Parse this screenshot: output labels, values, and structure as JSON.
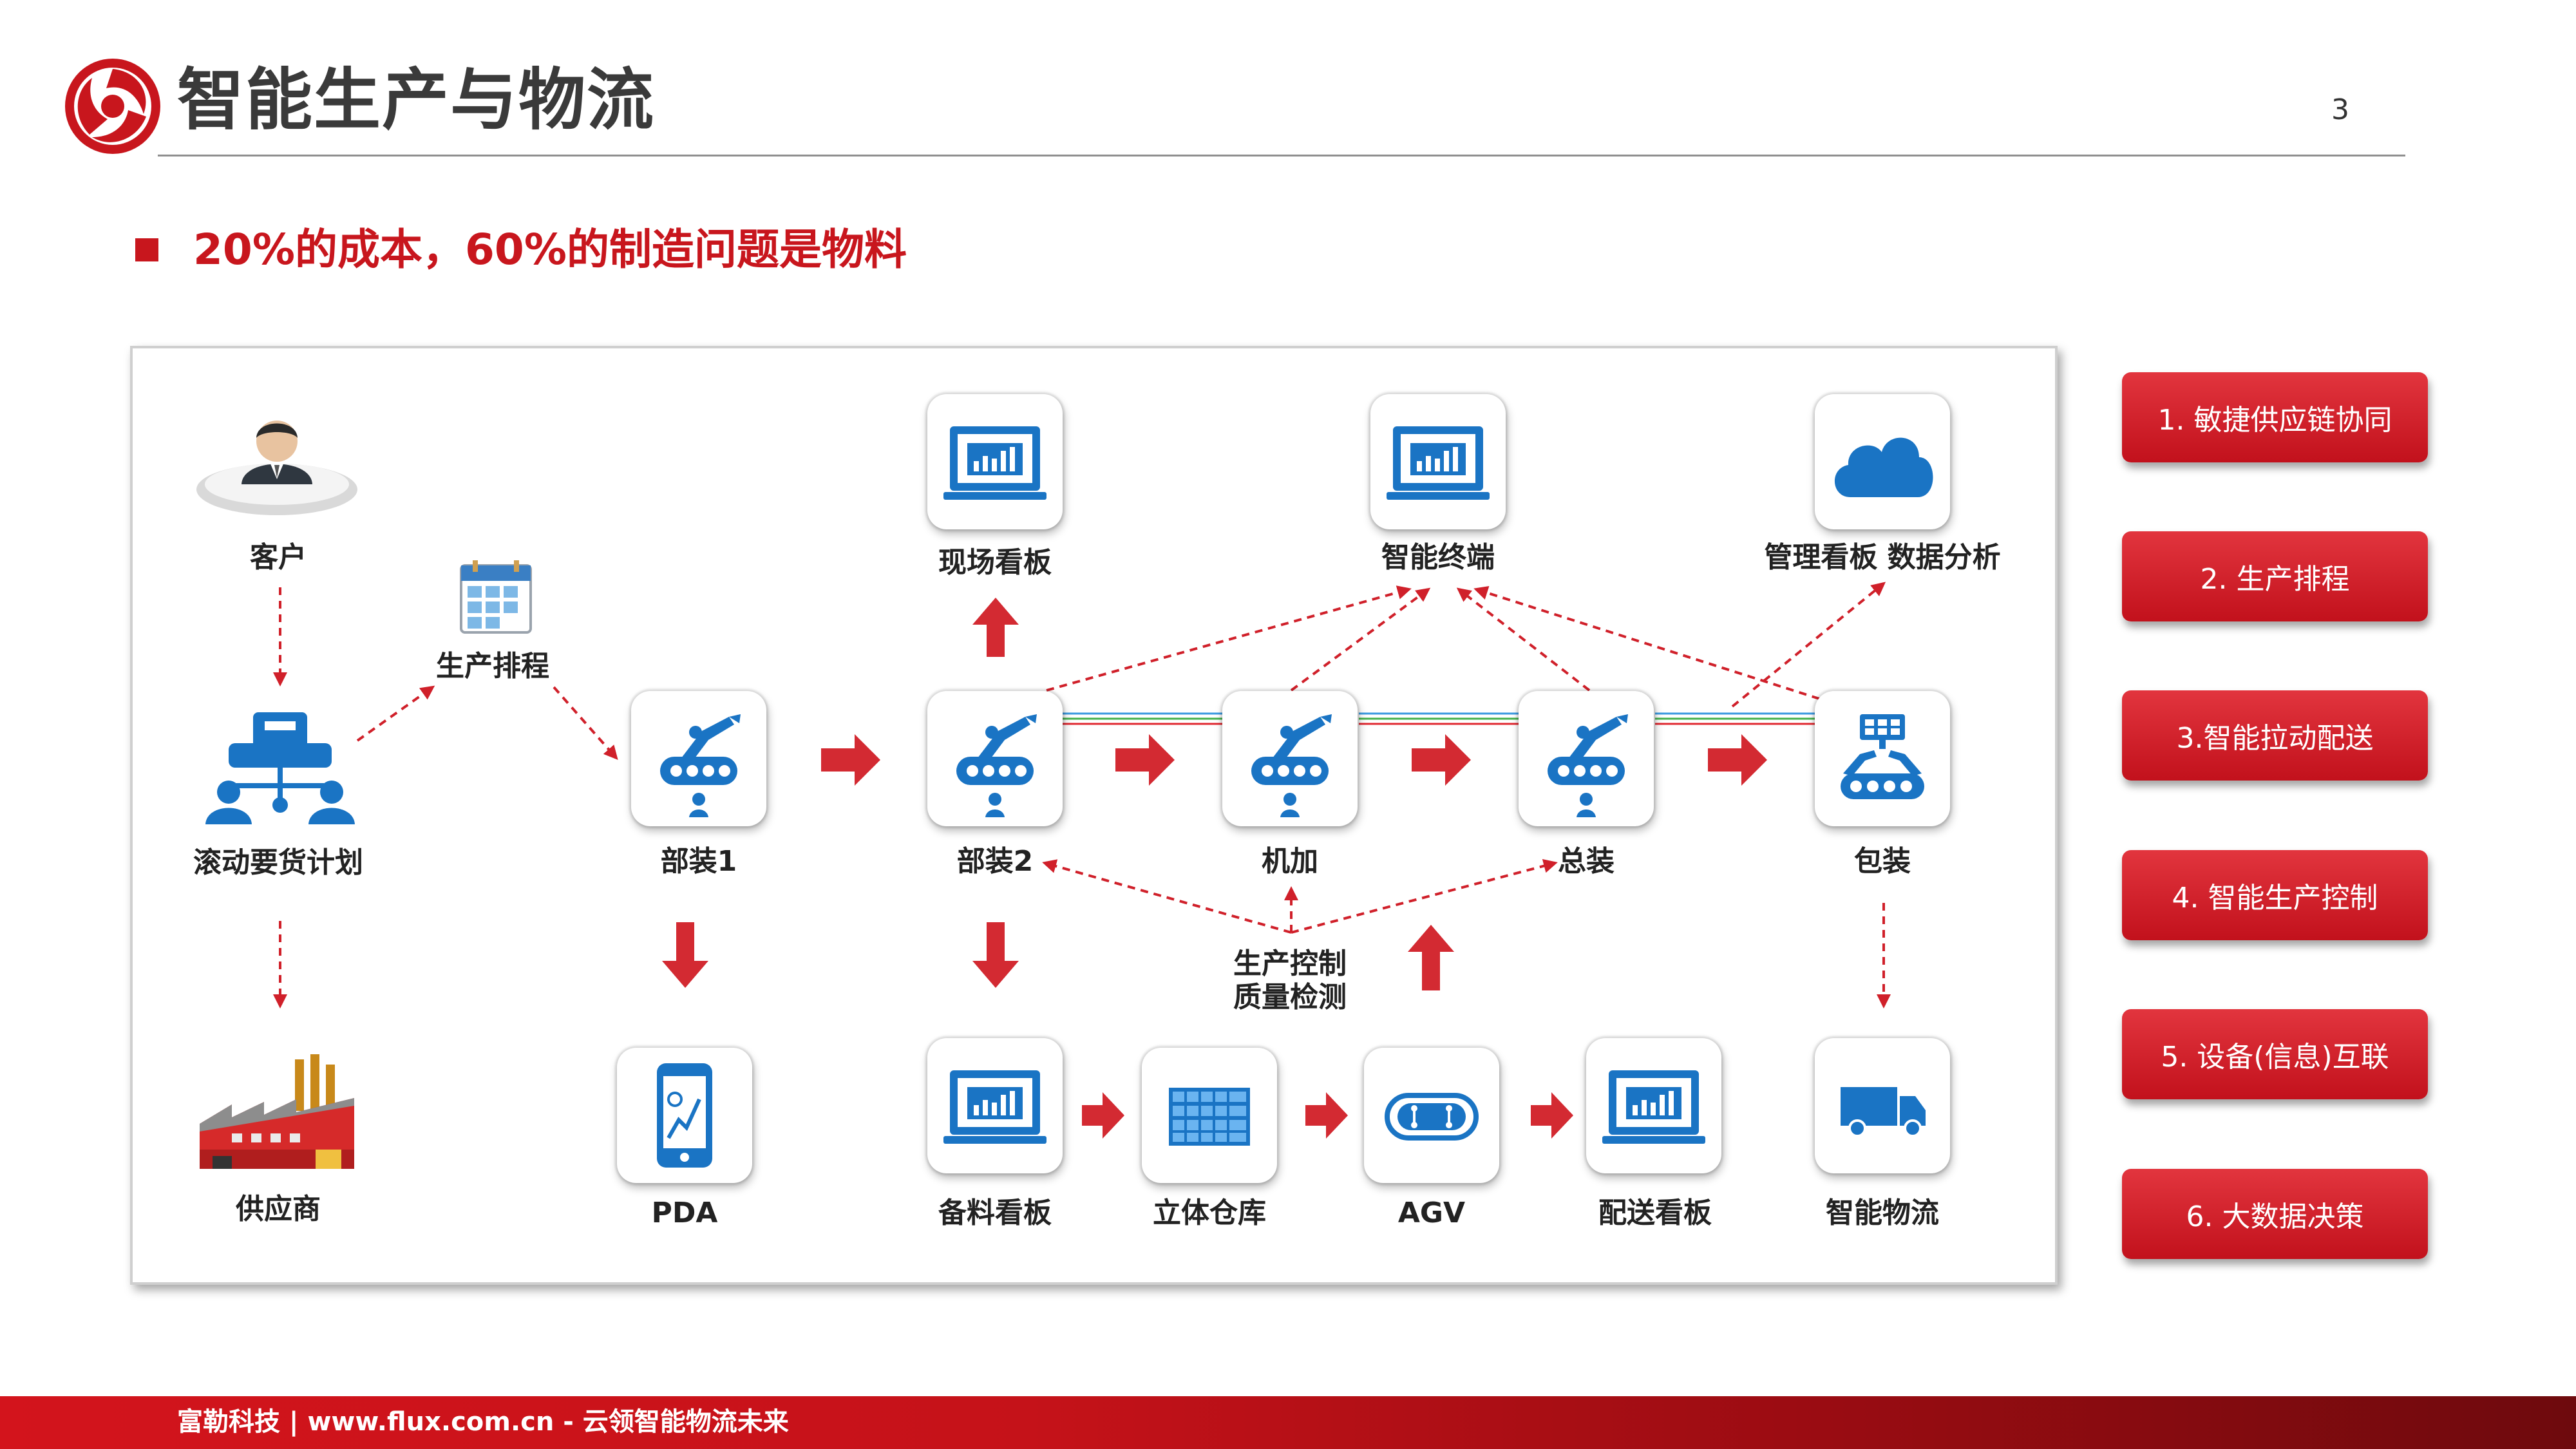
{
  "header": {
    "title": "智能生产与物流",
    "page_number": "3",
    "logo": "swirl-logo"
  },
  "subtitle": "20%的成本，60%的制造问题是物料",
  "nodes": {
    "customer": "客户",
    "schedule": "生产排程",
    "rolling_plan": "滚动要货计划",
    "supplier": "供应商",
    "site_board": "现场看板",
    "smart_terminal": "智能终端",
    "mgmt_board": "管理看板 数据分析",
    "assembly1": "部装1",
    "assembly2": "部装2",
    "machining": "机加",
    "final_assembly": "总装",
    "packing": "包装",
    "control_line1": "生产控制",
    "control_line2": "质量检测",
    "pda": "PDA",
    "material_board": "备料看板",
    "warehouse": "立体仓库",
    "agv": "AGV",
    "delivery_board": "配送看板",
    "smart_logistics": "智能物流"
  },
  "side_buttons": [
    "1. 敏捷供应链协同",
    "2. 生产排程",
    "3.智能拉动配送",
    "4. 智能生产控制",
    "5. 设备(信息)互联",
    "6. 大数据决策"
  ],
  "footer": "富勒科技 | www.flux.com.cn  -  云领智能物流未来",
  "colors": {
    "accent_red": "#c8161d",
    "icon_blue": "#1a74c4"
  }
}
